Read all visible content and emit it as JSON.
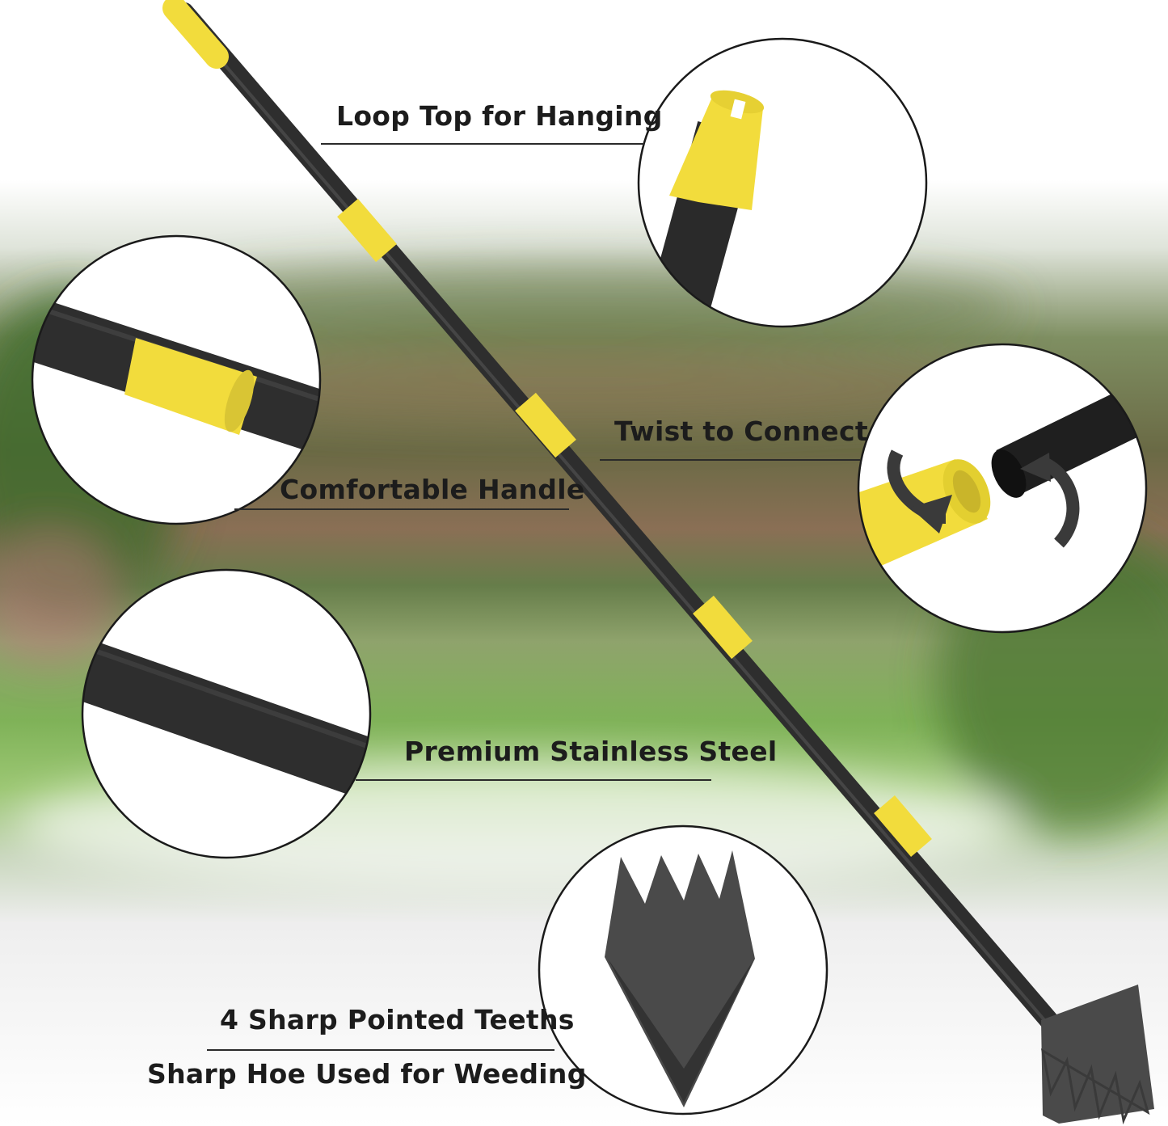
{
  "product": {
    "callouts": {
      "loop_top": "Loop Top for Hanging",
      "twist_connect": "Twist to Connect",
      "comfortable_handle": "Comfortable Handle",
      "stainless_steel": "Premium Stainless Steel",
      "teeth": "4 Sharp Pointed Teeths",
      "weeding": "Sharp Hoe Used for Weeding"
    },
    "colors": {
      "handle": "#2e2e2e",
      "accent": "#f2dc3c",
      "blade": "#4a4a4a"
    }
  }
}
